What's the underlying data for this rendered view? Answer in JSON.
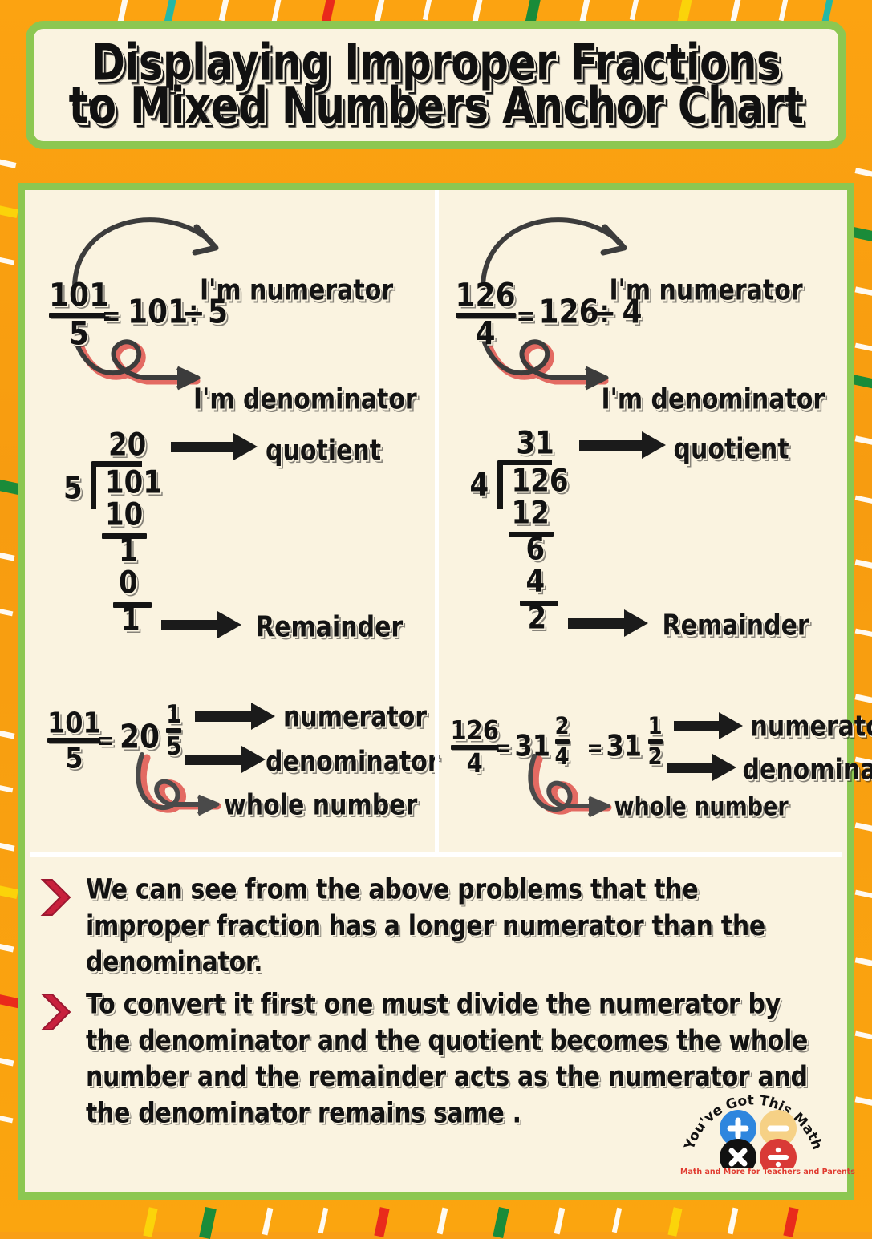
{
  "title": {
    "line1": "Displaying Improper Fractions",
    "line2": "to Mixed Numbers Anchor Chart"
  },
  "colors": {
    "border_orange": "#FCA311",
    "frame_green": "#8CC751",
    "paper_cream": "#FAF3E0",
    "ink": "#121212",
    "chevron_red": "#C8203C",
    "swirl_accent": "#E36A62",
    "logo_plus": "#2E86DE",
    "logo_minus": "#F6D186",
    "logo_times": "#111111",
    "logo_divide": "#D93A36"
  },
  "examples": [
    {
      "id": "example-left",
      "improper": {
        "numerator": "101",
        "denominator": "5"
      },
      "equals": "=",
      "division_expression": {
        "dividend": "101",
        "operator": "÷",
        "divisor": "5"
      },
      "callout_numerator": "I'm numerator",
      "callout_denominator": "I'm denominator",
      "long_division": {
        "divisor": "5",
        "quotient": "20",
        "dividend": "101",
        "steps": [
          "10",
          "1",
          "0"
        ],
        "remainder": "1",
        "label_quotient": "quotient",
        "label_remainder": "Remainder"
      },
      "result": {
        "improper": {
          "numerator": "101",
          "denominator": "5"
        },
        "equals1": "=",
        "whole": "20",
        "fraction": {
          "numerator": "1",
          "denominator": "5"
        },
        "label_numerator": "numerator",
        "label_denominator": "denominator",
        "label_whole": "whole number",
        "simplified": null
      }
    },
    {
      "id": "example-right",
      "improper": {
        "numerator": "126",
        "denominator": "4"
      },
      "equals": "=",
      "division_expression": {
        "dividend": "126",
        "operator": "÷",
        "divisor": "4"
      },
      "callout_numerator": "I'm numerator",
      "callout_denominator": "I'm denominator",
      "long_division": {
        "divisor": "4",
        "quotient": "31",
        "dividend": "126",
        "steps": [
          "12",
          "6",
          "4"
        ],
        "remainder": "2",
        "label_quotient": "quotient",
        "label_remainder": "Remainder"
      },
      "result": {
        "improper": {
          "numerator": "126",
          "denominator": "4"
        },
        "equals1": "=",
        "whole": "31",
        "fraction": {
          "numerator": "2",
          "denominator": "4"
        },
        "equals2": "=",
        "whole2": "31",
        "fraction2": {
          "numerator": "1",
          "denominator": "2"
        },
        "label_numerator": "numerator",
        "label_denominator": "denominator",
        "label_whole": "whole number"
      }
    }
  ],
  "notes": [
    "We can see from the above problems that the improper fraction has a longer numerator than the denominator.",
    "To convert it first one must divide the numerator by the denominator and the quotient becomes the whole number and the remainder acts as the numerator and the denominator remains same ."
  ],
  "logo": {
    "brand": "You've Got This Math",
    "brand_letters": [
      "Y",
      "o",
      "u",
      "'",
      "v",
      "e",
      " ",
      "G",
      "o",
      "t",
      " ",
      "T",
      "h",
      "i",
      "s",
      " ",
      "M",
      "a",
      "t",
      "h"
    ],
    "tagline": "Math and More for Teachers and Parents",
    "ops": [
      "+",
      "−",
      "×",
      "÷"
    ]
  }
}
